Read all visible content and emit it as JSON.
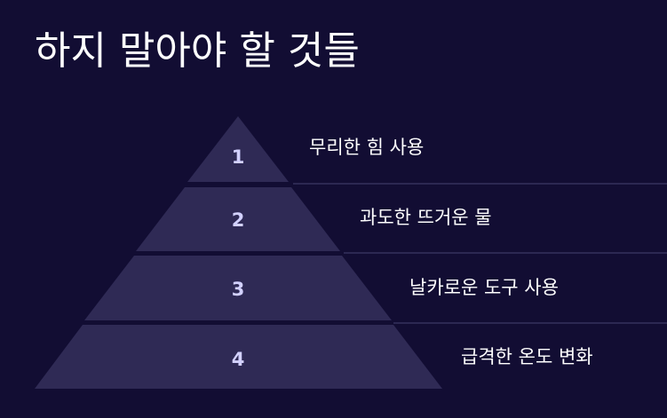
{
  "title": "하지 말아야 할 것들",
  "pyramid": {
    "levels": [
      {
        "number": "1",
        "label": "무리한 힘 사용"
      },
      {
        "number": "2",
        "label": "과도한 뜨거운 물"
      },
      {
        "number": "3",
        "label": "날카로운 도구 사용"
      },
      {
        "number": "4",
        "label": "급격한 온도 변화"
      }
    ]
  },
  "colors": {
    "background": "#120d33",
    "layer_fill": "#2f2a55",
    "divider": "#2c2852",
    "number_text": "#d3d1ff",
    "label_text": "#ffffff"
  }
}
